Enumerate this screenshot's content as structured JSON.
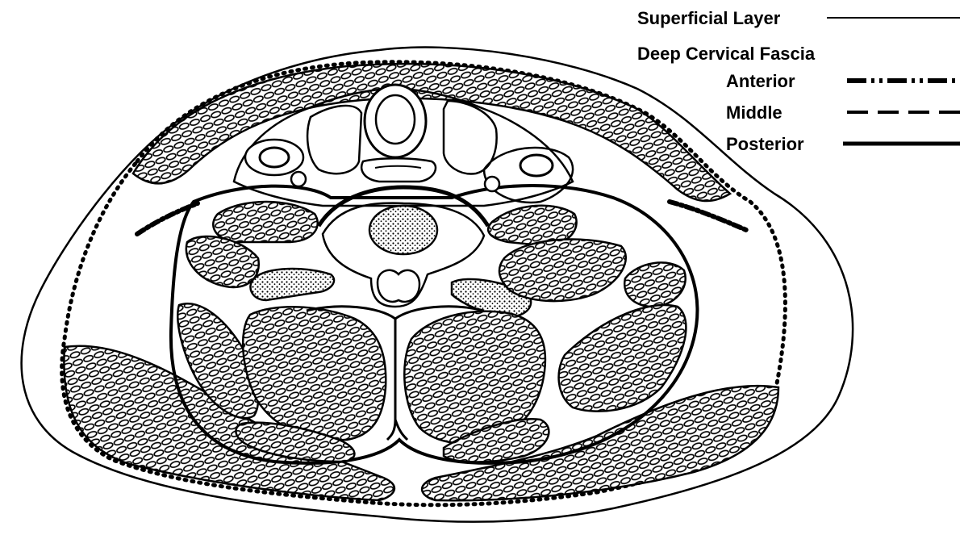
{
  "legend": {
    "superficial": "Superficial Layer",
    "deep_heading": "Deep Cervical Fascia",
    "anterior": "Anterior",
    "middle": "Middle",
    "posterior": "Posterior"
  },
  "colors": {
    "ink": "#000000",
    "background": "#ffffff"
  }
}
